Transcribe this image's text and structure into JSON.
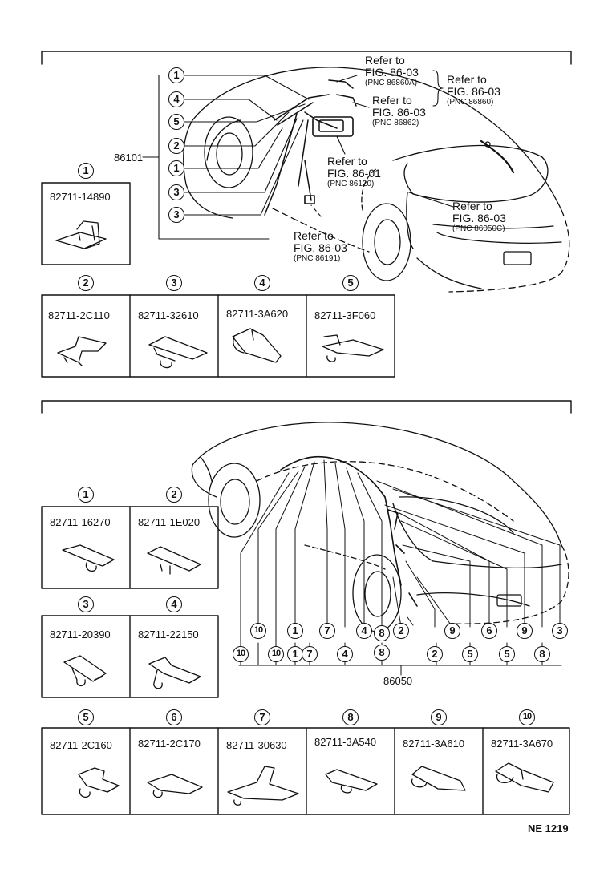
{
  "sheet_code": "NE 1219",
  "top": {
    "assembly_number": "86101",
    "callouts": [
      "1",
      "4",
      "5",
      "2",
      "1",
      "3",
      "3"
    ],
    "refs": [
      {
        "l1": "Refer to",
        "l2": "FIG. 86-03",
        "l3": "(PNC 86860A)"
      },
      {
        "l1": "Refer to",
        "l2": "FIG. 86-03",
        "l3": "(PNC 86860)"
      },
      {
        "l1": "Refer to",
        "l2": "FIG. 86-03",
        "l3": "(PNC 86862)"
      },
      {
        "l1": "Refer to",
        "l2": "FIG. 86-01",
        "l3": "(PNC 86120)"
      },
      {
        "l1": "Refer to",
        "l2": "FIG. 86-03",
        "l3": "(PNC 86050C)"
      },
      {
        "l1": "Refer to",
        "l2": "FIG. 86-03",
        "l3": "(PNC 86191)"
      }
    ],
    "parts": [
      {
        "n": "1",
        "part": "82711-14890"
      },
      {
        "n": "2",
        "part": "82711-2C110"
      },
      {
        "n": "3",
        "part": "82711-32610"
      },
      {
        "n": "4",
        "part": "82711-3A620"
      },
      {
        "n": "5",
        "part": "82711-3F060"
      }
    ]
  },
  "bottom": {
    "assembly_number": "86050",
    "upper_callouts": [
      "10",
      "1",
      "7",
      "4",
      "8",
      "2",
      "9",
      "6",
      "9",
      "3"
    ],
    "lower_callouts": [
      "10",
      "10",
      "1",
      "7",
      "4",
      "8",
      "2",
      "5",
      "5",
      "8"
    ],
    "parts": [
      {
        "n": "1",
        "part": "82711-16270"
      },
      {
        "n": "2",
        "part": "82711-1E020"
      },
      {
        "n": "3",
        "part": "82711-20390"
      },
      {
        "n": "4",
        "part": "82711-22150"
      },
      {
        "n": "5",
        "part": "82711-2C160"
      },
      {
        "n": "6",
        "part": "82711-2C170"
      },
      {
        "n": "7",
        "part": "82711-30630"
      },
      {
        "n": "8",
        "part": "82711-3A540"
      },
      {
        "n": "9",
        "part": "82711-3A610"
      },
      {
        "n": "10",
        "part": "82711-3A670"
      }
    ]
  }
}
